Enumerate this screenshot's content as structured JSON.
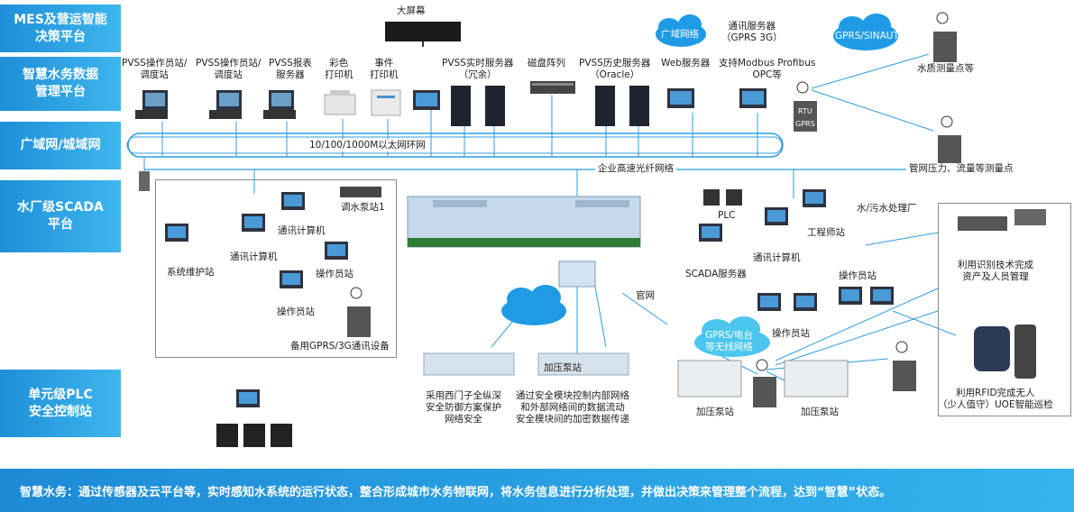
{
  "sidebar": {
    "items": [
      {
        "label": "MES及营运智能\n决策平台"
      },
      {
        "label": "智慧水务数据\n管理平台"
      },
      {
        "label": "广域网/城域网"
      },
      {
        "label": "水厂级SCADA\n平台"
      },
      {
        "label": "单元级PLC\n安全控制站"
      }
    ]
  },
  "top": {
    "big_screen": "大屏幕",
    "wan_cloud": "广域网络",
    "comm_server": "通讯服务器\n（GPRS 3G）",
    "gprs_sinaut": "GPRS/SINAUT",
    "water_quality": "水质测量点等"
  },
  "mgmt": {
    "op_station_1": "PVSS操作员站/\n调度站",
    "op_station_2": "PVSS操作员站/\n调度站",
    "report_server": "PVSS报表\n服务器",
    "color_printer": "彩色\n打印机",
    "event_printer": "事件\n打印机",
    "realtime_server": "PVSS实时服务器\n（冗余）",
    "disk_array": "磁盘阵列",
    "history_server": "PVSS历史服务器\n（Oracle）",
    "web_server": "Web服务器",
    "modbus": "支持Modbus Profibus\nOPC等",
    "rtu": "RTU",
    "gprs": "GPRS"
  },
  "network": {
    "ring": "10/100/1000M以太网环网",
    "fiber": "企业高速光纤网络",
    "pipe_pressure": "管网压力、流量等测量点"
  },
  "scada": {
    "pump_station_1": "调水泵站1",
    "comm_pc_1": "通讯计算机",
    "comm_pc_2": "通讯计算机",
    "maint_station": "系统维护站",
    "op_station_a": "操作员站",
    "op_station_b": "操作员站",
    "backup_gprs": "备用GPRS/3G通讯设备",
    "plc": "PLC",
    "water_plant": "水/污水处理厂",
    "engineer": "工程师站",
    "comm_pc_3": "通讯计算机",
    "scada_server": "SCADA服务器",
    "op_station_c": "操作员站",
    "op_station_d": "操作员站",
    "official_net": "官网",
    "gprs_radio": "GPRS/电台\n等无线网络",
    "booster": "加压泵站",
    "booster_2": "加压泵站",
    "booster_3": "加压泵站",
    "siemens_note_1": "采用西门子全纵深\n安全防御方案保护\n网络安全",
    "siemens_note_2": "通过安全模块控制内部网络\n和外部网络间的数据流动\n安全模块间的加密数据传递",
    "rfid_asset": "利用识别技术完成\n资产及人员管理",
    "rfid_patrol": "利用RFID完成无人\n（少人值守）UOE智能巡检"
  },
  "footer": "智慧水务：通过传感器及云平台等，实时感知水系统的运行状态，整合形成城市水务物联网，将水务信息进行分析处理，并做出决策来管理整个流程，达到“智慧”状态。",
  "colors": {
    "accent": "#2aa3e6",
    "line": "#2f9ee0",
    "cloud": "#1f9be6",
    "cloud_light": "#4cc6ee"
  }
}
